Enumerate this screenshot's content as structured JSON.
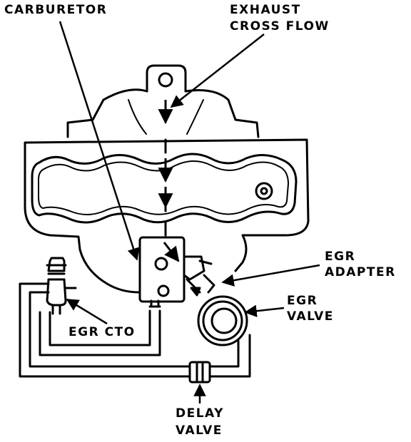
{
  "labels": {
    "carburetor": "CARBURETOR",
    "exhaust_line1": "EXHAUST",
    "exhaust_line2": "CROSS FLOW",
    "egr_adapter_line1": "EGR",
    "egr_adapter_line2": "ADAPTER",
    "egr_valve_line1": "EGR",
    "egr_valve_line2": "VALVE",
    "egr_cto": "EGR CTO",
    "delay_line1": "DELAY",
    "delay_line2": "VALVE"
  },
  "colors": {
    "ink": "#000000",
    "paper": "#ffffff"
  }
}
